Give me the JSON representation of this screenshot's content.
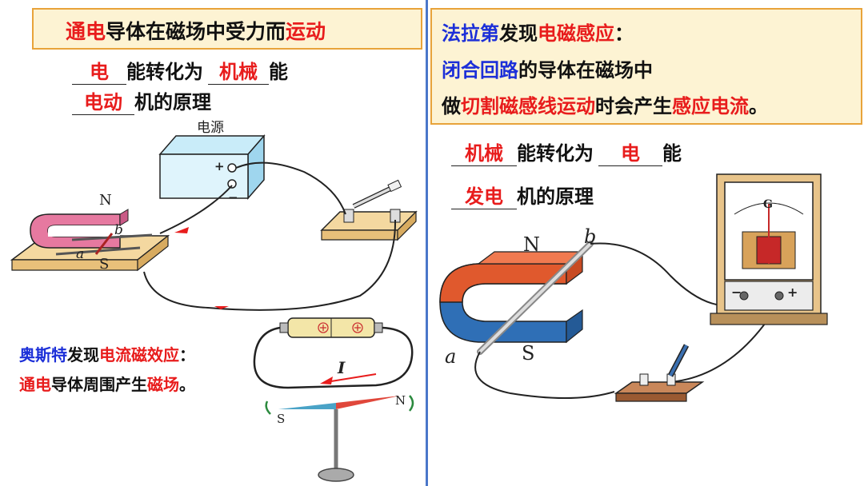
{
  "left": {
    "title": {
      "p1": "通电",
      "p2": "导体在磁场中受力而",
      "p3": "运动"
    },
    "line1": {
      "blank": "电",
      "text": "能转化为",
      "blank2": "机械",
      "tail": "能"
    },
    "line2": {
      "blank": "电动",
      "text": "机的原理"
    },
    "motor_labels": {
      "power": "电源",
      "plus": "+",
      "minus": "−",
      "n": "N",
      "s": "S",
      "a": "a",
      "b": "b"
    },
    "oersted": {
      "l1": {
        "p1": "奥斯特",
        "p2": "发现",
        "p3": "电流磁效应",
        "p4": "："
      },
      "l2": {
        "p1": "通电",
        "p2": "导体周围产生",
        "p3": "磁场",
        "p4": "。"
      },
      "current": "I",
      "needle_s": "S",
      "needle_n": "N"
    }
  },
  "right": {
    "title": {
      "l1": {
        "p1": "法拉第",
        "p2": "发现",
        "p3": "电磁感应",
        "p4": "："
      },
      "l2": {
        "p1": "闭合回路",
        "p2": "的导体在磁场中"
      },
      "l3": {
        "p1": "做",
        "p2": "切割磁感线运动",
        "p3": "时会产生",
        "p4": "感应电流",
        "p5": "。"
      }
    },
    "line1": {
      "blank": "机械",
      "text": "能转化为",
      "blank2": "电",
      "tail": "能"
    },
    "line2": {
      "blank": "发电",
      "text": "机的原理"
    },
    "gen_labels": {
      "n": "N",
      "s": "S",
      "a": "a",
      "b": "b",
      "g": "G",
      "minus": "−",
      "plus": "+"
    }
  },
  "colors": {
    "red": "#e81c1c",
    "blue": "#1c2fd8",
    "title_bg": "#fdf3d3",
    "title_border": "#e8a33a",
    "divider": "#4a76c9"
  }
}
